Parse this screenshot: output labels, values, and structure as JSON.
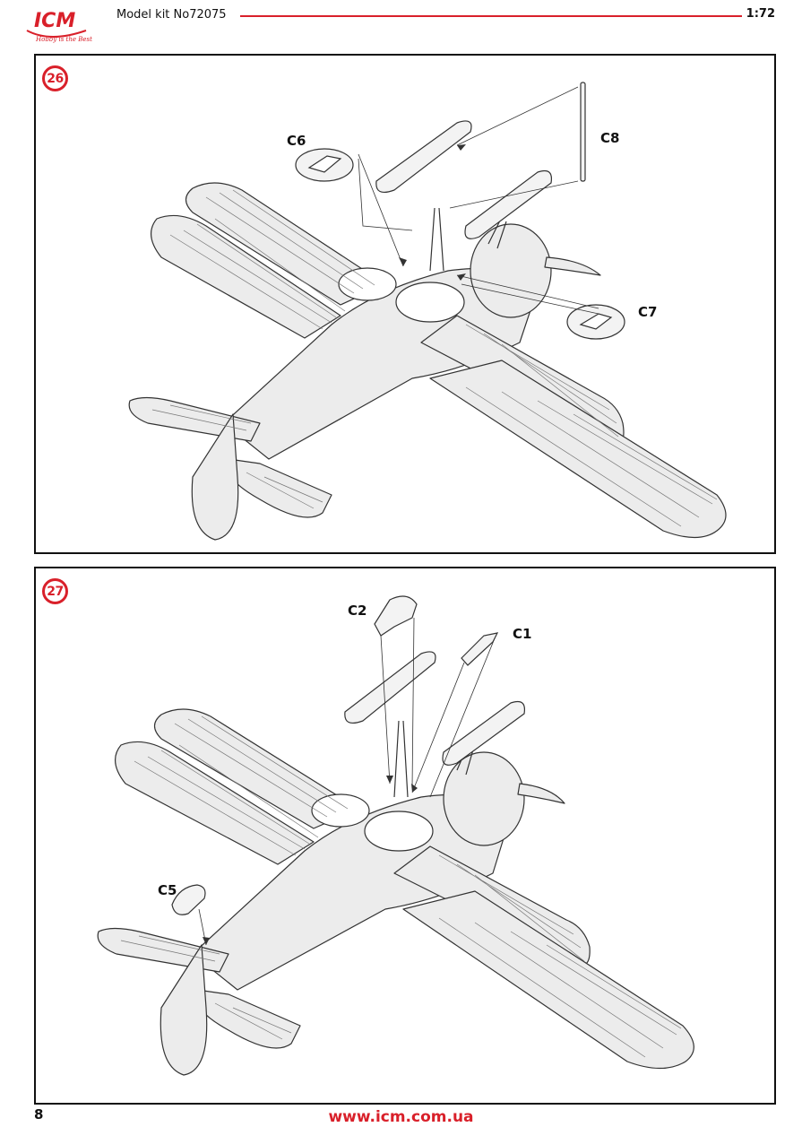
{
  "header": {
    "logo_text": "ICM",
    "logo_tagline": "Hobby is the Best",
    "kit_title": "Model kit No72075",
    "scale": "1:72"
  },
  "steps": [
    {
      "number": "26",
      "callouts": [
        "C6",
        "C8",
        "C7"
      ]
    },
    {
      "number": "27",
      "callouts": [
        "C2",
        "C1",
        "C5"
      ]
    }
  ],
  "footer": {
    "page_number": "8",
    "website": "www.icm.com.ua"
  },
  "colors": {
    "accent": "#d9202a",
    "line": "#333333",
    "fill": "#e6e6e6"
  }
}
